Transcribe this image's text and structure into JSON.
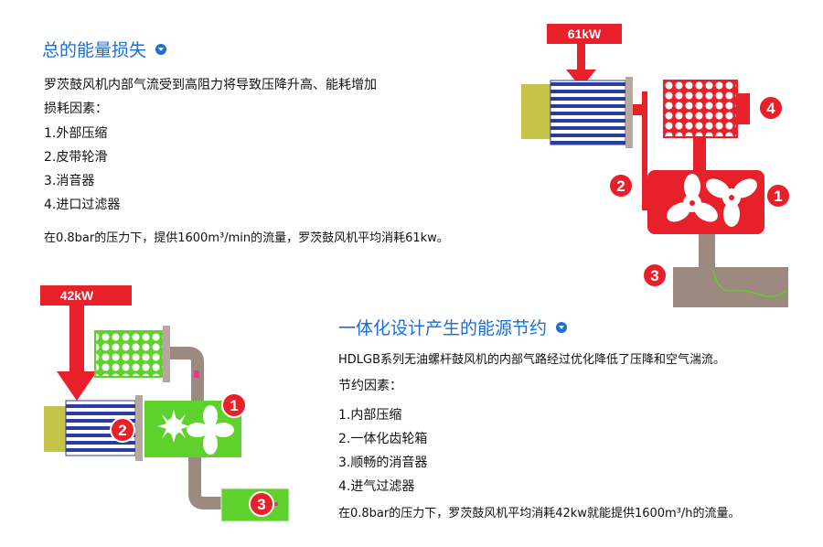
{
  "section1": {
    "title": "总的能量损失",
    "intro": "罗茨鼓风机内部气流受到高阻力将导致压降升高、能耗增加",
    "factors_label": "损耗因素：",
    "items": [
      "1.外部压缩",
      "2.皮带轮滑",
      "3.消音器",
      "4.进口过滤器"
    ],
    "summary": "在0.8bar的压力下，提供1600m³/min的流量，罗茨鼓风机平均消耗61kw。"
  },
  "section2": {
    "title": "一体化设计产生的能源节约",
    "intro": "HDLGB系列无油螺杆鼓风机的内部气路经过优化降低了压降和空气湍流。",
    "factors_label": "节约因素：",
    "items": [
      "1.内部压缩",
      "2.一体化齿轮箱",
      "3.顺畅的消音器",
      "4.进气过滤器"
    ],
    "summary": "在0.8bar的压力下，罗茨鼓风机平均消耗42kw就能提供1600m³/h的流量。"
  },
  "diagram_roots": {
    "power_label": "61kW",
    "badges": [
      "4",
      "2",
      "1",
      "3"
    ]
  },
  "diagram_screw": {
    "power_label": "42kW",
    "badges": [
      "1",
      "2",
      "3"
    ]
  },
  "colors": {
    "heading_blue": "#1a6fd6",
    "roots_red": "#e8202a",
    "screw_green": "#5fd12c",
    "motor_blue": "#2b3d9c",
    "pipe_grey": "#9c8a80"
  }
}
